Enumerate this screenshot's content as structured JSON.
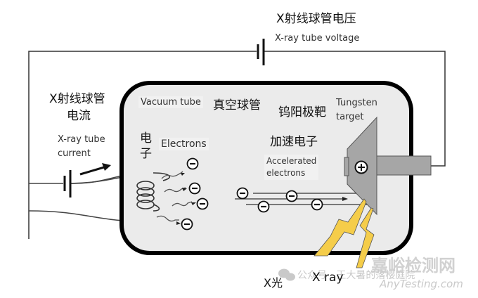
{
  "labels": {
    "voltage_zh": "X射线球管电压",
    "voltage_en": "X-ray tube voltage",
    "current_zh_line1": "X射线球管",
    "current_zh_line2": "电流",
    "current_en_line1": "X-ray tube",
    "current_en_line2": "current",
    "vacuum_en": "Vacuum tube",
    "vacuum_zh": "真空球管",
    "target_zh": "钨阳极靶",
    "target_en_line1": "Tungsten",
    "target_en_line2": "target",
    "electrons_zh_line1": "电",
    "electrons_zh_line2": "子",
    "electrons_en": "Electrons",
    "accel_zh": "加速电子",
    "accel_en_line1": "Accelerated",
    "accel_en_line2": "electrons",
    "xray_zh": "X光",
    "xray_en": "X ray",
    "anode_sign": "+",
    "electron_sign": "−"
  },
  "watermark": {
    "wechat_prefix": "公众号 · 王大暑的落樱庭院",
    "site_zh": "嘉峪检测网",
    "site_en": "AnyTesting.com"
  },
  "colors": {
    "tube_fill": "#ebebeb",
    "tube_border": "#000000",
    "target_fill": "#a6a6a6",
    "xray_bolt": "#f5cd4a",
    "wire": "#333333"
  }
}
